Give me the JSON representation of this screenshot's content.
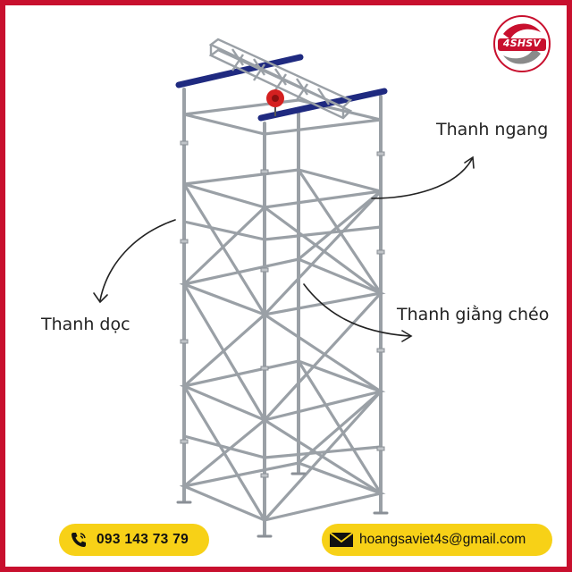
{
  "labels": {
    "horizontal_bar": "Thanh ngang",
    "vertical_bar": "Thanh dọc",
    "diagonal_brace": "Thanh giằng chéo"
  },
  "contact": {
    "phone": "093 143 73 79",
    "email": "hoangsaviet4s@gmail.com",
    "phone_icon": "phone-icon",
    "email_icon": "envelope-icon"
  },
  "logo": {
    "text": "4SHSV",
    "colors": {
      "red": "#c8102e",
      "gray": "#8a8a8a"
    }
  },
  "colors": {
    "frame_border": "#c8102e",
    "pill_background": "#f7d117",
    "top_rails": "#1f2a80",
    "hoist": "#d42020"
  }
}
